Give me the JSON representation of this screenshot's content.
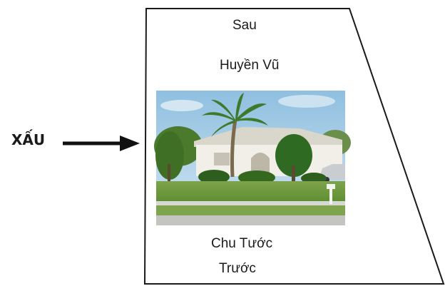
{
  "labels": {
    "top": "Sau",
    "upper": "Huyền Vũ",
    "lower": "Chu Tước",
    "bottom": "Trước",
    "left": "XẤU"
  },
  "photo": {
    "subject": "white single-story house with palm tree, shrubs and lawn"
  },
  "colors": {
    "outline": "#1a1a1a",
    "sky": "#a9cde6",
    "lawn": "#6d9a3c",
    "house": "#f1efe8"
  }
}
